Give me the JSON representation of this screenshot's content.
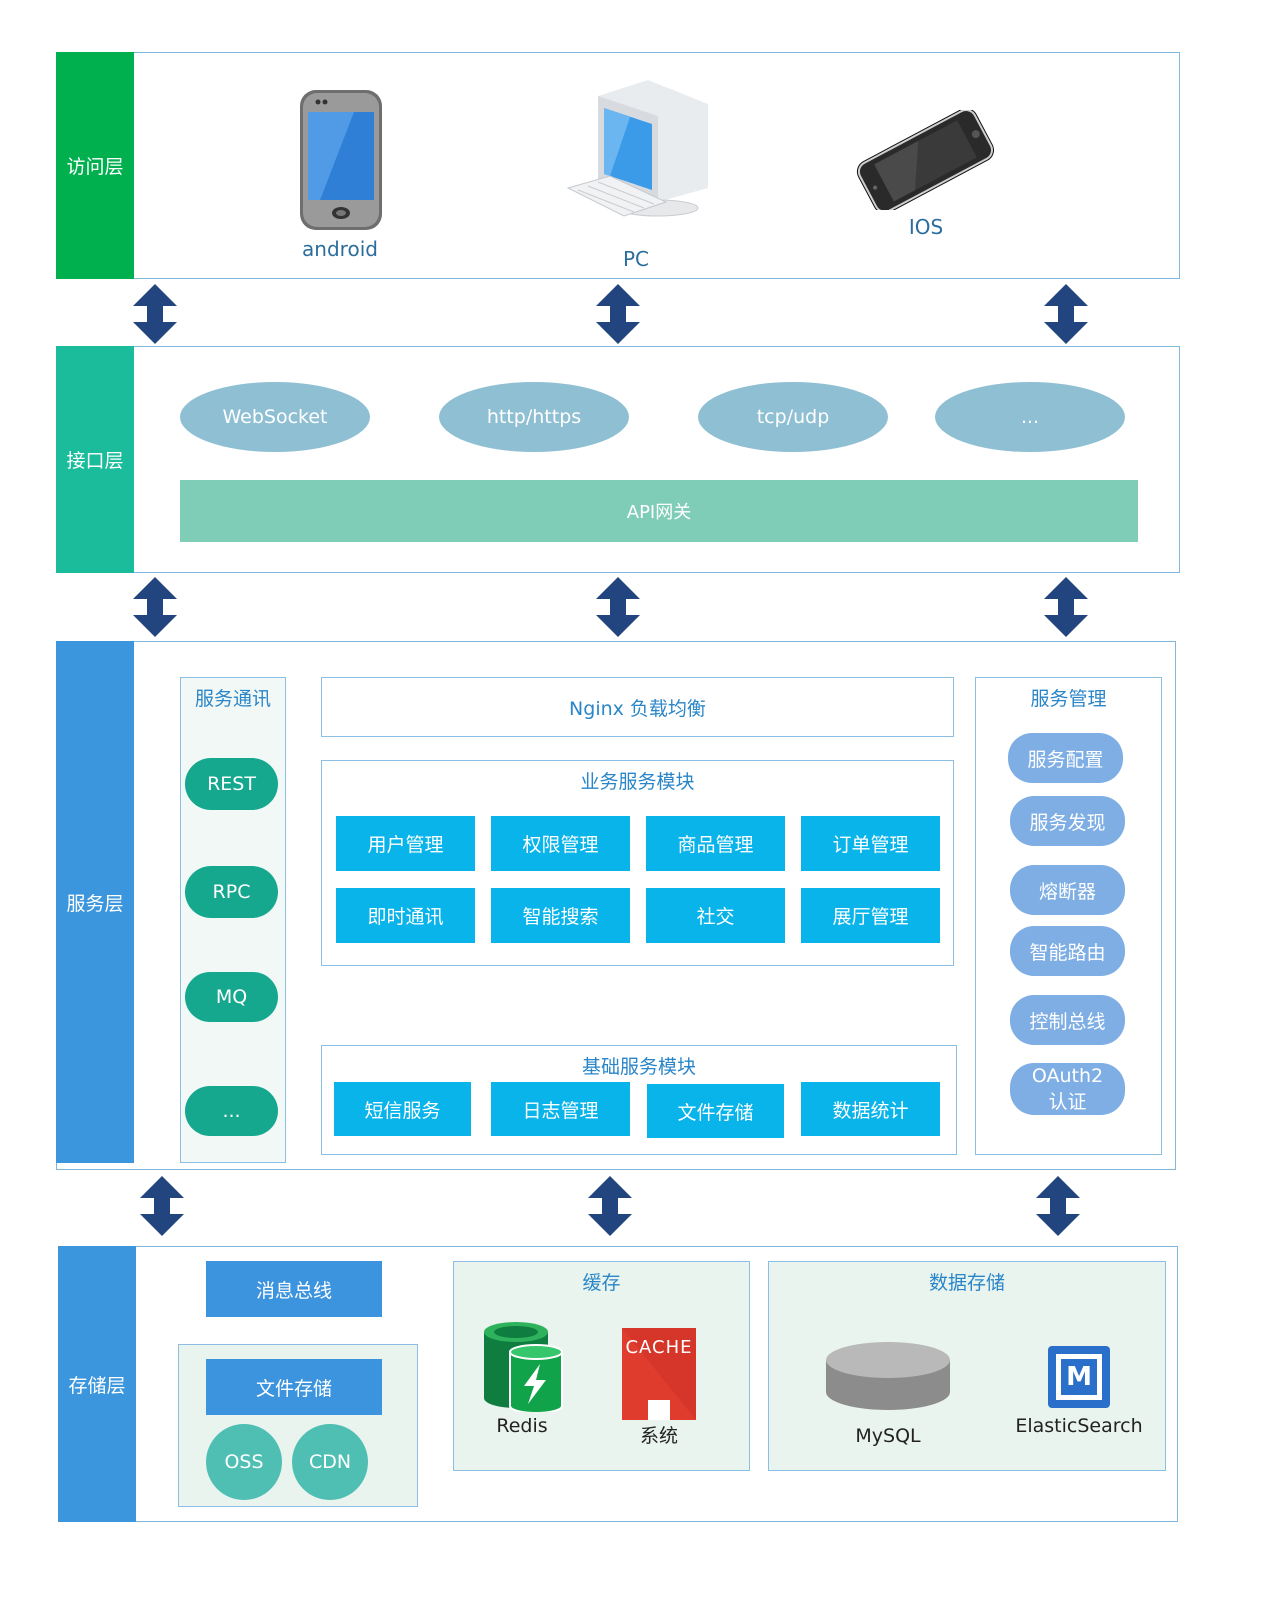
{
  "layers": {
    "access": "访问层",
    "interface": "接口层",
    "service": "服务层",
    "storage": "存储层"
  },
  "access": {
    "android": "android",
    "pc": "PC",
    "ios": "IOS"
  },
  "interface": {
    "protocols": [
      "WebSocket",
      "http/https",
      "tcp/udp",
      "..."
    ],
    "gateway": "API网关"
  },
  "service": {
    "comm_title": "服务通讯",
    "comm_items": [
      "REST",
      "RPC",
      "MQ",
      "..."
    ],
    "nginx": "Nginx 负载均衡",
    "business_title": "业务服务模块",
    "business_items": [
      "用户管理",
      "权限管理",
      "商品管理",
      "订单管理",
      "即时通讯",
      "智能搜索",
      "社交",
      "展厅管理"
    ],
    "base_title": "基础服务模块",
    "base_items": [
      "短信服务",
      "日志管理",
      "文件存储",
      "数据统计"
    ],
    "mgmt_title": "服务管理",
    "mgmt_items": [
      "服务配置",
      "服务发现",
      "熔断器",
      "智能路由",
      "控制总线",
      "OAuth2",
      "认证"
    ]
  },
  "storage": {
    "message_bus": "消息总线",
    "file_storage": "文件存储",
    "oss": "OSS",
    "cdn": "CDN",
    "cache_title": "缓存",
    "redis": "Redis",
    "cache_badge": "CACHE",
    "cache_system": "系统",
    "data_title": "数据存储",
    "mysql": "MySQL",
    "es": "ElasticSearch",
    "es_letter": "M"
  },
  "colors": {
    "access_label": "#00b04f",
    "interface_label": "#1abc9c",
    "service_label": "#3b96dd",
    "storage_label": "#3b96dd",
    "arrow": "#23457f"
  }
}
